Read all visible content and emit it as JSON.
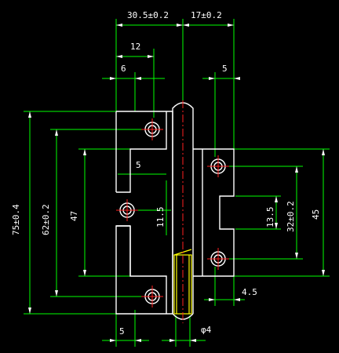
{
  "drawing": {
    "background": "#000000",
    "colors": {
      "dimension": "#00ff00",
      "outline": "#ffffff",
      "centerline": "#ff2020",
      "thread": "#ffff00"
    },
    "dimensions": {
      "top_left": "30.5±0.2",
      "top_right": "17±0.2",
      "width_12": "12",
      "width_6": "6",
      "width_5_top": "5",
      "height_75": "75±0.4",
      "height_62": "62±0.2",
      "height_47": "47",
      "slot_5": "5",
      "slot_11_5": "11.5",
      "slot_13_5": "13.5",
      "height_32": "32±0.2",
      "height_45": "45",
      "offset_4_5": "4.5",
      "bottom_5": "5",
      "pin_dia": "φ4"
    }
  }
}
